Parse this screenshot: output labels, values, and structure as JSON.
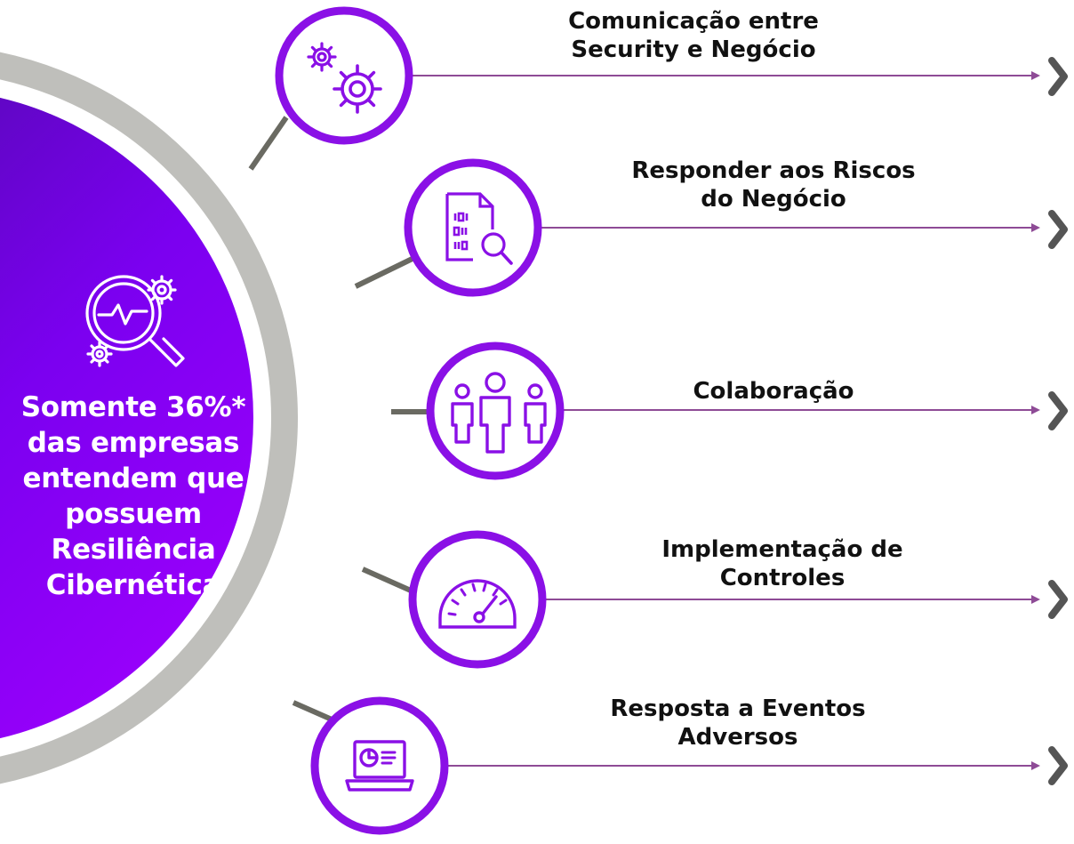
{
  "center": {
    "text_lines": [
      "Somente 36%*",
      "das empresas",
      "entendem que",
      "possuem",
      "Resiliência",
      "Cibernética"
    ],
    "icon": "magnifier-gears-heartbeat-icon"
  },
  "items": [
    {
      "lines": [
        "Comunicação entre",
        "Security e Negócio"
      ],
      "icon": "gears-icon"
    },
    {
      "lines": [
        "Responder aos Riscos",
        "do Negócio"
      ],
      "icon": "document-search-icon"
    },
    {
      "lines": [
        "Colaboração"
      ],
      "icon": "people-group-icon"
    },
    {
      "lines": [
        "Implementação de",
        "Controles"
      ],
      "icon": "gauge-icon"
    },
    {
      "lines": [
        "Resposta a Eventos",
        "Adversos"
      ],
      "icon": "laptop-dashboard-icon"
    }
  ],
  "colors": {
    "purple_dark": "#4b0ba8",
    "purple_bright": "#a100ff",
    "circle_stroke": "#8a10e6",
    "connector_gray": "#6a6a62",
    "ring_gray": "#bfbfbb",
    "arrow_line": "#8e4b96",
    "chevron": "#555555"
  }
}
